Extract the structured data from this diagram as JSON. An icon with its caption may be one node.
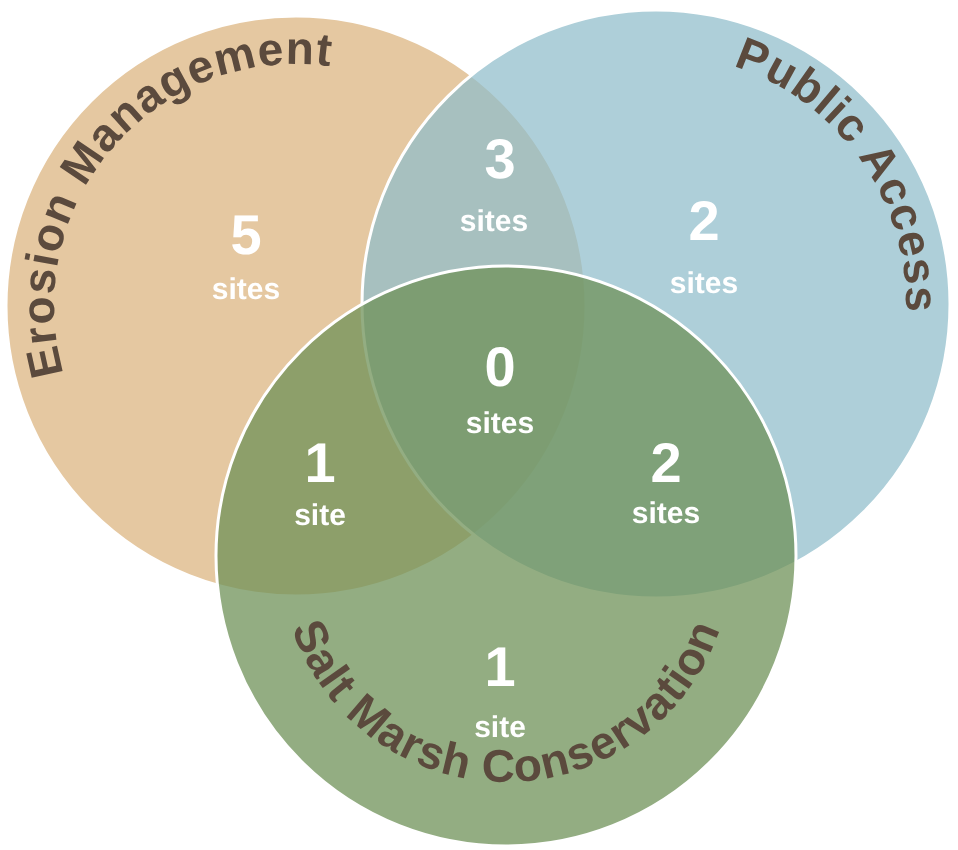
{
  "diagram": {
    "nodes": [
      {
        "text": [
          "Erosion Management"
        ]
      },
      {
        "text": [
          "Public Access"
        ]
      },
      {
        "text": [
          "Salt Marsh Conservation"
        ]
      }
    ],
    "labels": [
      "3",
      "sites",
      "5",
      "sites",
      "2",
      "sites",
      "0",
      "sites",
      "1",
      "site",
      "2",
      "sites",
      "1",
      "site"
    ]
  }
}
